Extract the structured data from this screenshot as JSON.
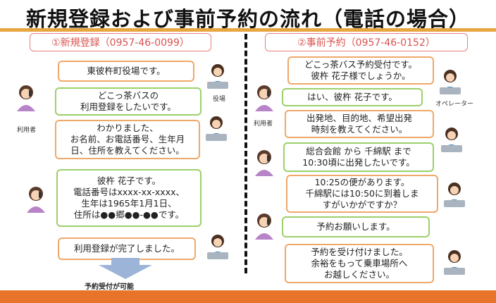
{
  "title": "新規登録および事前予約の流れ（電話の場合）",
  "sections": {
    "left": "①新規登録（0957-46-0099）",
    "right": "②事前予約（0957-46-0152）"
  },
  "labels": {
    "user_left": "利用者",
    "office": "役場",
    "user_right": "利用者",
    "operator": "オペレーター"
  },
  "left_dialogue": [
    {
      "text": "東彼杵町役場です。"
    },
    {
      "text": "どこっ茶バスの\n利用登録をしたいです。"
    },
    {
      "text": "わかりました、\nお名前、お電話番号、生年月\n日、住所を教えてください。"
    },
    {
      "text": "彼杵 花子です。\n電話番号はxxxx-xx-xxxx、\n生年は1965年1月1日、\n住所は●●郷●●-●●です。"
    },
    {
      "text": "利用登録が完了しました。"
    }
  ],
  "note": "予約受付が可能",
  "right_dialogue": [
    {
      "text": "どこっ茶バス予約受付です。\n彼杵 花子様でしょうか。"
    },
    {
      "text": "はい、彼杵 花子です。"
    },
    {
      "text": "出発地、目的地、希望出発\n時刻を教えてください。"
    },
    {
      "text": "総合会館 から 千綿駅 まで\n10:30頃に出発したいです。"
    },
    {
      "text": "10:25の便があります。\n千綿駅には10:50に到着しま\nすがいかがですか？"
    },
    {
      "text": "予約お願いします。"
    },
    {
      "text": "予約を受け付けました。\n余裕をもって乗車場所へ\nお越しください。"
    }
  ]
}
